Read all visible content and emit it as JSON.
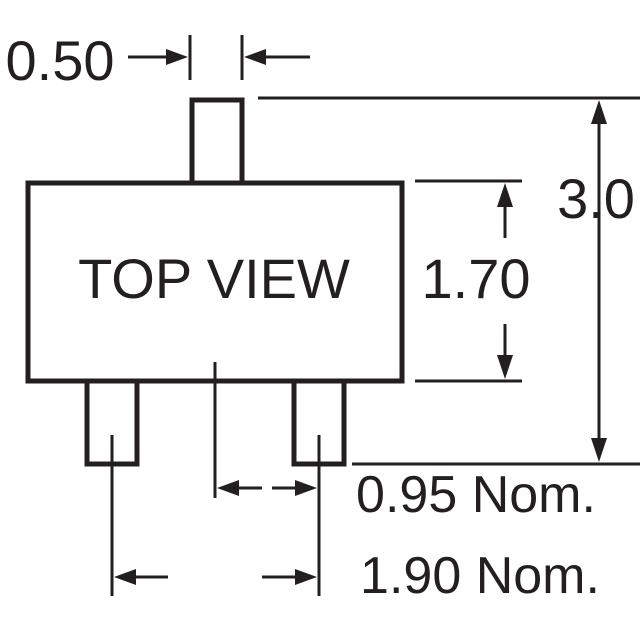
{
  "diagram": {
    "body_label": "TOP VIEW",
    "dim_lead_width": "0.50",
    "dim_total_height": "3.0",
    "dim_body_height": "1.70",
    "dim_pitch": "0.95 Nom.",
    "dim_outer_pitch": "1.90 Nom."
  },
  "colors": {
    "ink": "#231f20",
    "background": "#ffffff"
  }
}
